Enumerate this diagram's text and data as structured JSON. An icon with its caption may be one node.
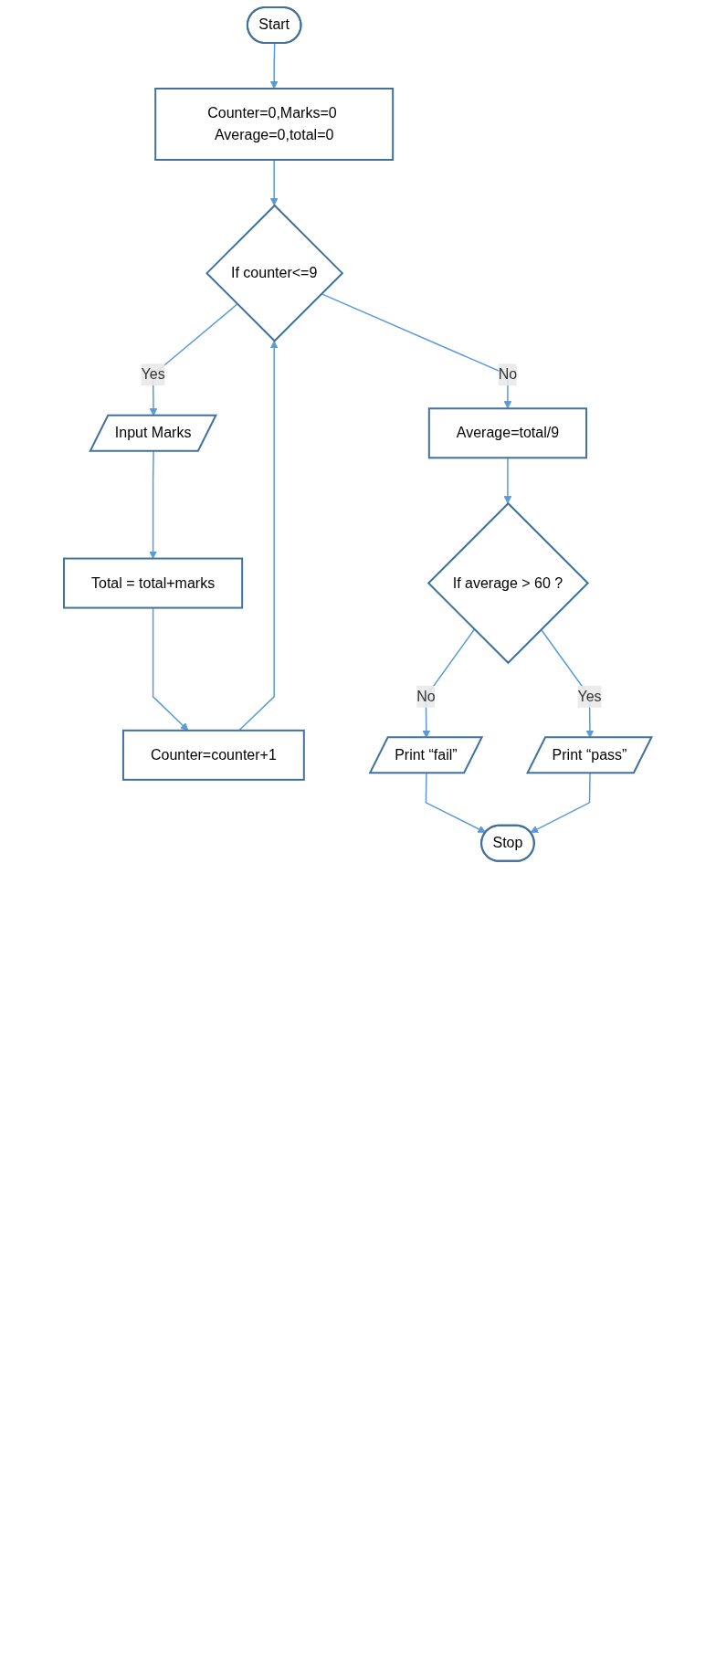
{
  "diagram": {
    "nodes": [
      {
        "text": [
          "Start"
        ]
      },
      {
        "text": [
          "Counter=0,Marks=0 Average=0,total=0"
        ]
      },
      {
        "text": [
          "If counter<=9"
        ]
      },
      {
        "text": [
          "Input Marks"
        ]
      },
      {
        "text": [
          "Total = total+marks"
        ]
      },
      {
        "text": [
          "Counter=counter+1"
        ]
      },
      {
        "text": [
          "Average=total/9"
        ]
      },
      {
        "text": [
          "If average > 60 ?"
        ]
      },
      {
        "text": [
          "Print “pass”"
        ]
      },
      {
        "text": [
          "Print “fail”"
        ]
      },
      {
        "text": [
          "Stop"
        ]
      }
    ],
    "edges": [
      {
        "from": 0,
        "to": 1,
        "arrow": "to"
      },
      {
        "from": 1,
        "to": 2,
        "arrow": "to"
      },
      {
        "from": 2,
        "to": 3,
        "label": "Yes",
        "arrow": "to"
      },
      {
        "from": 3,
        "to": 4,
        "arrow": "to"
      },
      {
        "from": 4,
        "to": 5,
        "arrow": "to"
      },
      {
        "from": 5,
        "to": 2,
        "arrow": "to"
      },
      {
        "from": 2,
        "to": 6,
        "label": "No",
        "arrow": "to"
      },
      {
        "from": 6,
        "to": 7,
        "arrow": "to"
      },
      {
        "from": 7,
        "to": 8,
        "label": "Yes",
        "arrow": "to"
      },
      {
        "from": 7,
        "to": 9,
        "label": "No",
        "arrow": "to"
      },
      {
        "from": 9,
        "to": 10,
        "arrow": "to"
      },
      {
        "from": 8,
        "to": 10,
        "arrow": "to"
      }
    ]
  }
}
